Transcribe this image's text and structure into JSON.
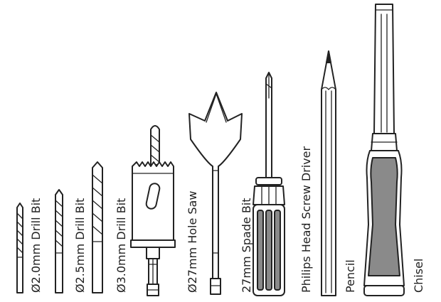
{
  "tools": [
    {
      "id": "drill-2",
      "label": "Ø2.0mm Drill Bit",
      "icon": "drill-bit-icon"
    },
    {
      "id": "drill-25",
      "label": "Ø2.5mm Drill Bit",
      "icon": "drill-bit-icon"
    },
    {
      "id": "drill-3",
      "label": "Ø3.0mm Drill Bit",
      "icon": "drill-bit-icon"
    },
    {
      "id": "hole-saw",
      "label": "Ø27mm Hole Saw",
      "icon": "hole-saw-icon"
    },
    {
      "id": "spade-bit",
      "label": "27mm Spade Bit",
      "icon": "spade-bit-icon"
    },
    {
      "id": "screwdriver",
      "label": "Philips Head Screw Driver",
      "icon": "screwdriver-icon"
    },
    {
      "id": "pencil",
      "label": "Pencil",
      "icon": "pencil-icon"
    },
    {
      "id": "chisel",
      "label": "Chisel",
      "icon": "chisel-icon"
    }
  ],
  "colors": {
    "ink": "#222222",
    "handle_dark": "#8a8a8a",
    "handle_light": "#ffffff"
  }
}
